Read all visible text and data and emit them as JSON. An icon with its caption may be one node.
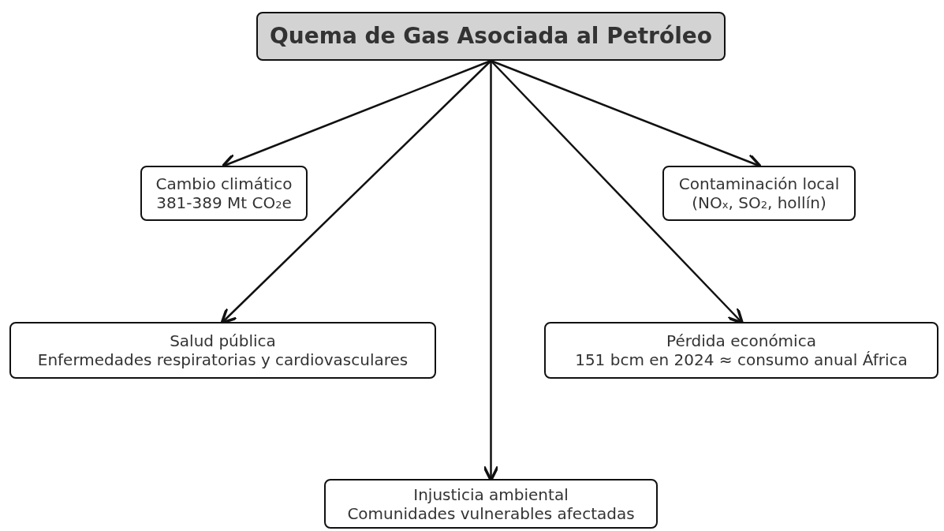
{
  "diagram": {
    "nodes": [
      {
        "text": [
          "Quema de Gas Asociada al Petróleo"
        ]
      },
      {
        "text": [
          "Cambio climático",
          "381-389 Mt CO$_{2}$e"
        ]
      },
      {
        "text": [
          "Contaminación local",
          "(NO$_{x}$, SO$_{2}$, hollín)"
        ]
      },
      {
        "text": [
          "Salud pública",
          "Enfermedades respiratorias y cardiovasculares"
        ]
      },
      {
        "text": [
          "Pérdida económica",
          "151 bcm en 2024 ≈ consumo anual África"
        ]
      },
      {
        "text": [
          "Injusticia ambiental",
          "Comunidades vulnerables afectadas"
        ]
      }
    ],
    "edges": [
      {
        "from": 0,
        "to": 1,
        "arrow": "to"
      },
      {
        "from": 0,
        "to": 2,
        "arrow": "to"
      },
      {
        "from": 0,
        "to": 3,
        "arrow": "to"
      },
      {
        "from": 0,
        "to": 4,
        "arrow": "to"
      },
      {
        "from": 0,
        "to": 5,
        "arrow": "to"
      }
    ]
  }
}
